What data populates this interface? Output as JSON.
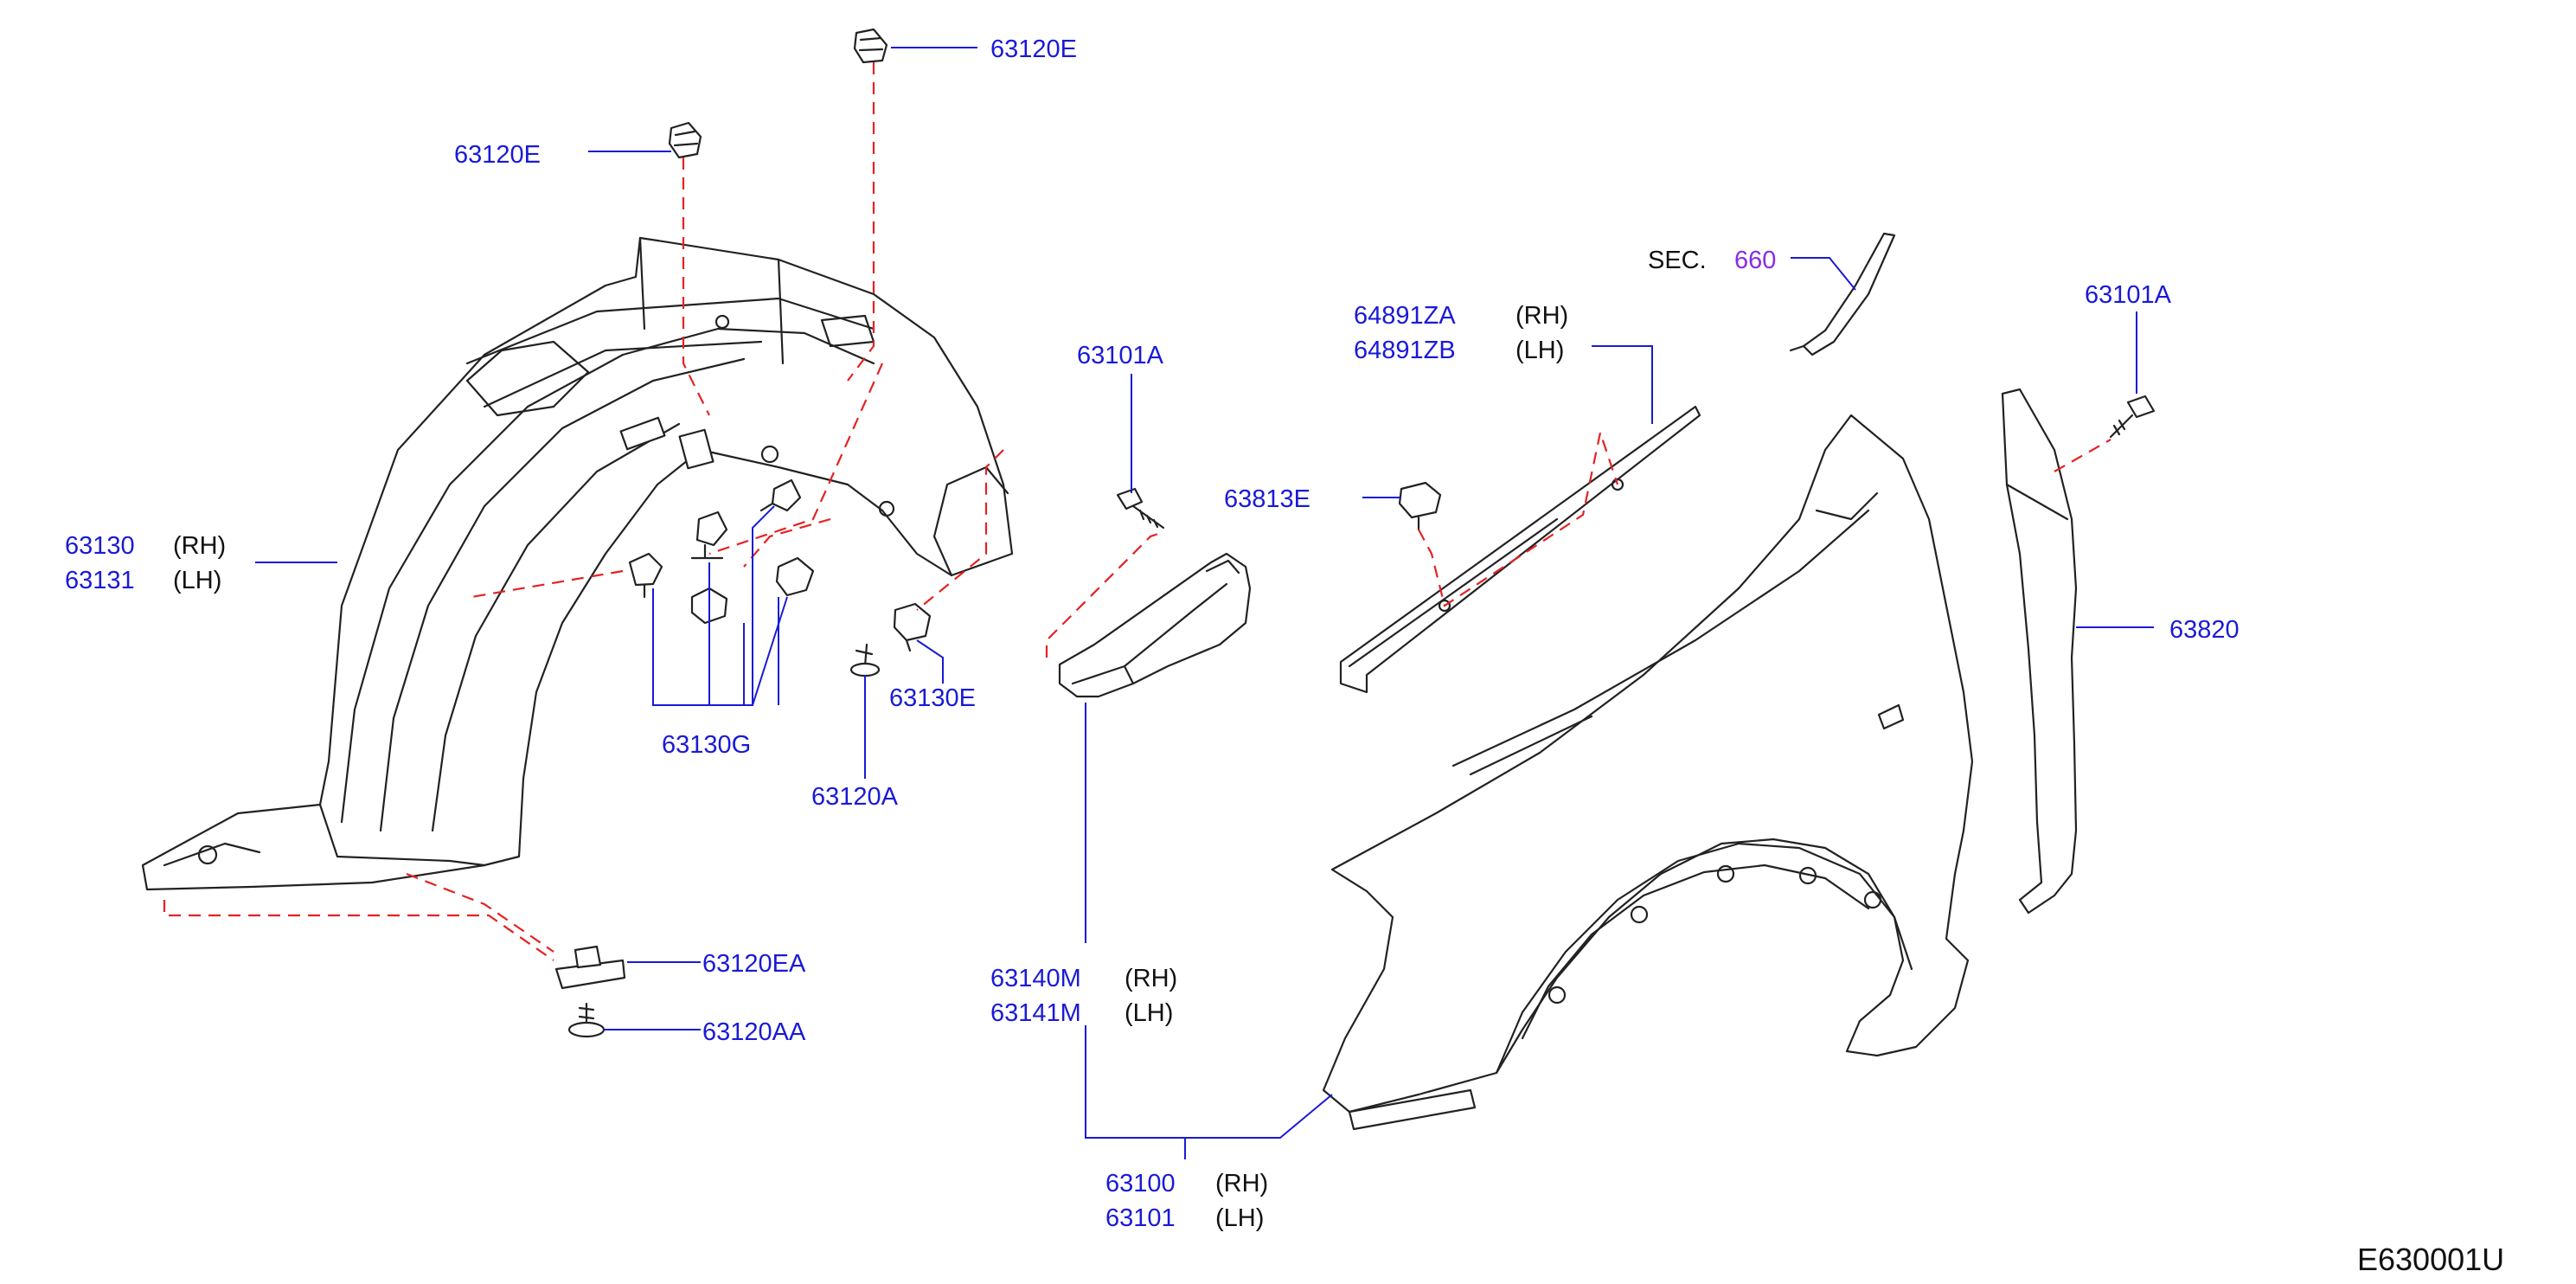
{
  "diagram_id": "E630001U",
  "section_ref": {
    "prefix": "SEC.",
    "number": "660"
  },
  "callouts": [
    {
      "id": "wf-clip-top",
      "part_no": "63120E",
      "side": ""
    },
    {
      "id": "wf-clip-left",
      "part_no": "63120E",
      "side": ""
    },
    {
      "id": "wf-protector-rh",
      "part_no": "63130",
      "side": "(RH)"
    },
    {
      "id": "wf-protector-lh",
      "part_no": "63131",
      "side": "(LH)"
    },
    {
      "id": "clips-group",
      "part_no": "63130G",
      "side": ""
    },
    {
      "id": "screw-a",
      "part_no": "63120A",
      "side": ""
    },
    {
      "id": "grommet-e",
      "part_no": "63130E",
      "side": ""
    },
    {
      "id": "nut-ea",
      "part_no": "63120EA",
      "side": ""
    },
    {
      "id": "screw-aa",
      "part_no": "63120AA",
      "side": ""
    },
    {
      "id": "bolt-left",
      "part_no": "63101A",
      "side": ""
    },
    {
      "id": "bracket-rh",
      "part_no": "63140M",
      "side": "(RH)"
    },
    {
      "id": "bracket-lh",
      "part_no": "63141M",
      "side": "(LH)"
    },
    {
      "id": "clip-63813e",
      "part_no": "63813E",
      "side": ""
    },
    {
      "id": "seal-rh",
      "part_no": "64891ZA",
      "side": "(RH)"
    },
    {
      "id": "seal-lh",
      "part_no": "64891ZB",
      "side": "(LH)"
    },
    {
      "id": "fender-rh",
      "part_no": "63100",
      "side": "(RH)"
    },
    {
      "id": "fender-lh",
      "part_no": "63101",
      "side": "(LH)"
    },
    {
      "id": "bolt-right",
      "part_no": "63101A",
      "side": ""
    },
    {
      "id": "insulator",
      "part_no": "63820",
      "side": ""
    }
  ]
}
